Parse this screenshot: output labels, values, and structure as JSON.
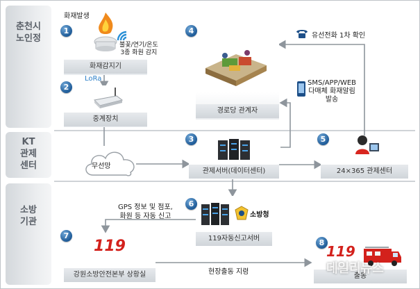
{
  "rows": {
    "chuncheon": {
      "label_line1": "춘천시",
      "label_line2": "노인정"
    },
    "kt": {
      "label_line1": "KT",
      "label_line2": "관제",
      "label_line3": "센터"
    },
    "fire": {
      "label_line1": "소방",
      "label_line2": "기관"
    }
  },
  "steps": {
    "s1": {
      "number": "1",
      "top_text": "화재발생",
      "sensor_text_line1": "불꽃/연기/온도",
      "sensor_text_line2": "3종 화원 감지",
      "caption": "화재감지기"
    },
    "s2": {
      "number": "2",
      "link_text": "LoRa",
      "caption": "중계장치"
    },
    "s3": {
      "number": "3",
      "caption": "관제서버(데이터센터)"
    },
    "s4": {
      "number": "4",
      "caption": "경로당 관계자"
    },
    "s5": {
      "number": "5",
      "caption": "24×365 관제센터"
    },
    "s6": {
      "number": "6",
      "logo_text": "소방청",
      "caption": "119자동신고서버"
    },
    "s7": {
      "number": "7",
      "logo_text": "119",
      "caption": "강원소방안전본부 상황실"
    },
    "s8": {
      "number": "8",
      "logo_text": "119",
      "caption": "출동"
    }
  },
  "annotations": {
    "wireless": "무선망",
    "wired_call": "유선전화 1차 확인",
    "sms_line1": "SMS/APP/WEB",
    "sms_line2": "다매체 화재알림",
    "sms_line3": "발송",
    "gps_line1": "GPS 정보 및 점포,",
    "gps_line2": "화원 등 자동 신고",
    "dispatch": "현장출동 지령"
  },
  "watermark": "데일리뉴스",
  "colors": {
    "badge": "#1e5b98",
    "arrow": "#8e959c",
    "band": "#d4d8dc",
    "fire_red": "#d3211c"
  }
}
